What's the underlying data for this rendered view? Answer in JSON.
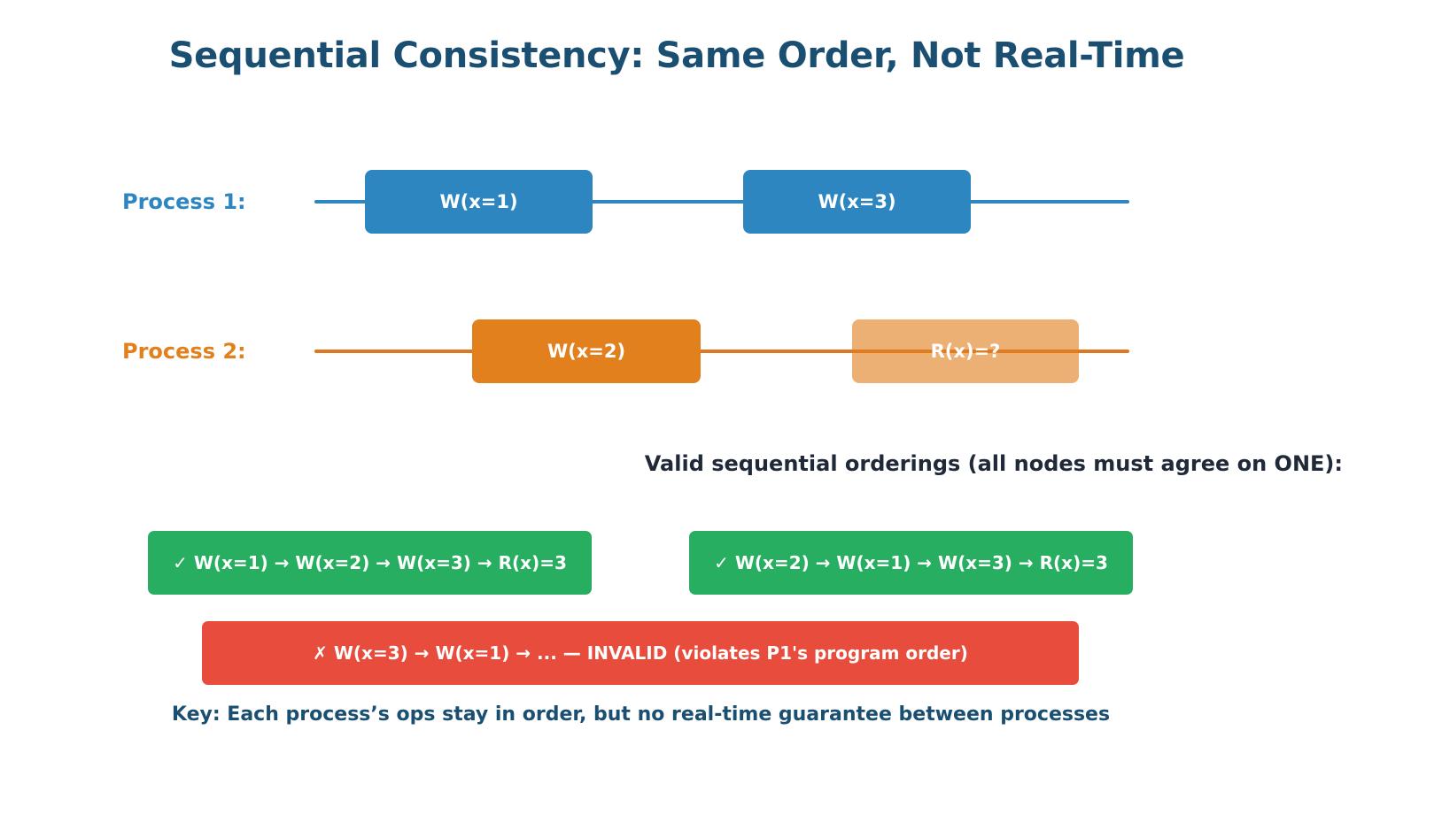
{
  "title": "Sequential Consistency: Same Order, Not Real-Time",
  "colors": {
    "title": "#1b4f72",
    "process1": "#2E86C1",
    "process2": "#E2801E",
    "valid": "#27AE60",
    "invalid": "#E74C3C",
    "heading": "#1f2937",
    "background": "#ffffff"
  },
  "processes": [
    {
      "label": "Process 1:",
      "color": "#2E86C1",
      "operations": [
        {
          "label": "W(x=1)",
          "style": "solid"
        },
        {
          "label": "W(x=3)",
          "style": "solid"
        }
      ]
    },
    {
      "label": "Process 2:",
      "color": "#E2801E",
      "operations": [
        {
          "label": "W(x=2)",
          "style": "solid"
        },
        {
          "label": "R(x)=?",
          "style": "translucent"
        }
      ]
    }
  ],
  "orderings": {
    "heading": "Valid sequential orderings (all nodes must agree on ONE):",
    "items": [
      {
        "text": "✓ W(x=1) → W(x=2) → W(x=3) → R(x)=3",
        "status": "valid"
      },
      {
        "text": "✓ W(x=2) → W(x=1) → W(x=3) → R(x)=3",
        "status": "valid"
      },
      {
        "text": "✗ W(x=3) → W(x=1) → ... — INVALID (violates P1's program order)",
        "status": "invalid"
      }
    ]
  },
  "footer": {
    "key": "Key: Each process’s ops stay in order, but no real-time guarantee between processes"
  }
}
